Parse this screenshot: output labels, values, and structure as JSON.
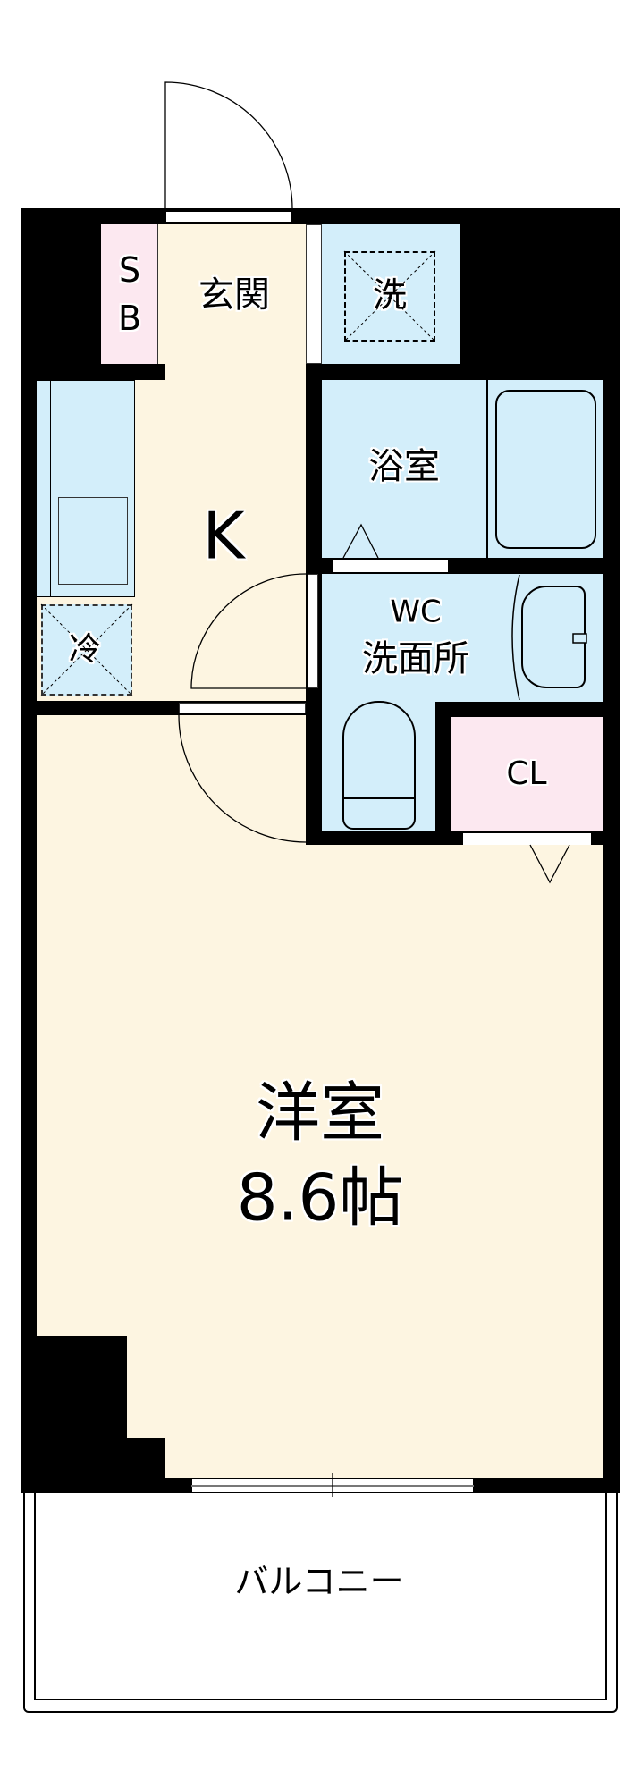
{
  "floorplan": {
    "rooms": {
      "shoe_box": {
        "label_line1": "S",
        "label_line2": "B"
      },
      "entrance": {
        "label": "玄関"
      },
      "washer": {
        "label": "洗"
      },
      "kitchen": {
        "label": "K"
      },
      "fridge": {
        "label": "冷"
      },
      "bathroom": {
        "label": "浴室"
      },
      "toilet_washroom": {
        "label_line1": "WC",
        "label_line2": "洗面所"
      },
      "closet": {
        "label": "CL"
      },
      "western_room": {
        "label_line1": "洋室",
        "label_line2": "8.6帖"
      },
      "balcony": {
        "label": "バルコニー"
      }
    },
    "colors": {
      "wall": "#000000",
      "floor_wood": "#fdf5e1",
      "floor_wet": "#d3eefa",
      "storage": "#fce8f0"
    }
  }
}
